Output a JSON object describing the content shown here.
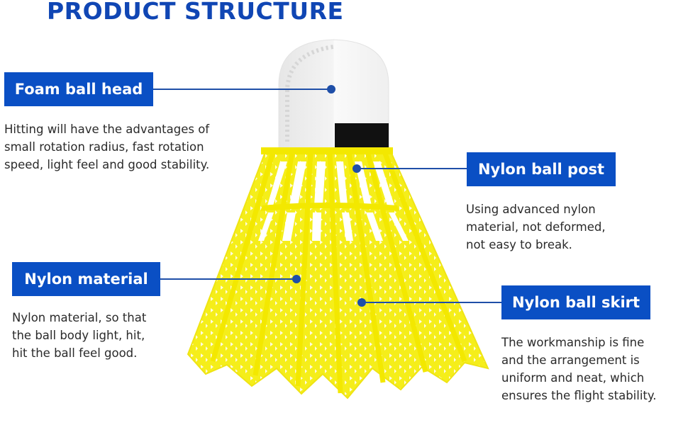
{
  "title": "PRODUCT STRUCTURE",
  "colors": {
    "title": "#1046b4",
    "label_bg": "#0a4fc4",
    "label_text": "#ffffff",
    "leader_line": "#1f4fa8",
    "shuttle_yellow": "#f5ee1a",
    "foam_head": "#f1f1f1",
    "band": "#111111",
    "body_text": "#2a2a2a"
  },
  "callouts": [
    {
      "id": "foam-ball-head",
      "label": "Foam ball head",
      "description": "Hitting will have the advantages of\nsmall rotation radius, fast rotation\nspeed, light feel and good stability."
    },
    {
      "id": "nylon-ball-post",
      "label": "Nylon ball post",
      "description": "Using advanced nylon\nmaterial, not deformed,\nnot easy to break."
    },
    {
      "id": "nylon-material",
      "label": "Nylon material",
      "description": "Nylon material, so that\nthe ball body light, hit,\nhit the ball feel good."
    },
    {
      "id": "nylon-ball-skirt",
      "label": "Nylon ball skirt",
      "description": "The workmanship is fine\nand the arrangement is\nuniform and neat, which\nensures the flight stability."
    }
  ]
}
